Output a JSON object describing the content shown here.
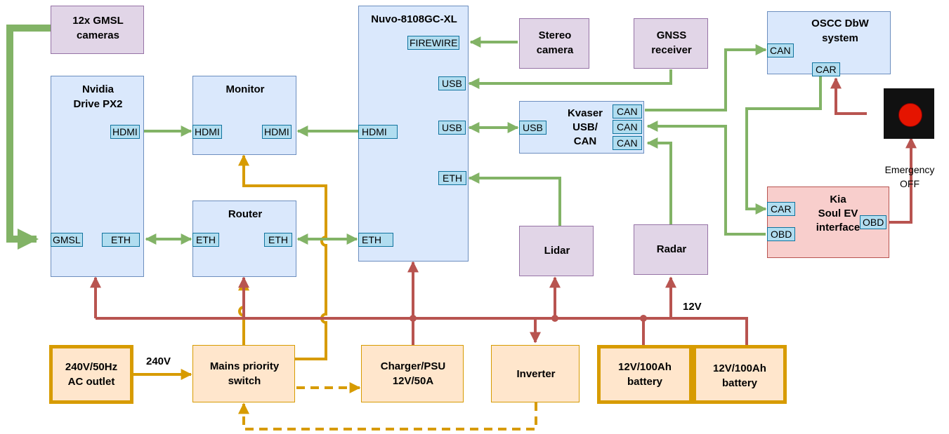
{
  "blocks": {
    "gmsl_cameras": "12x GMSL\ncameras",
    "nvidia": "Nvidia\nDrive PX2",
    "monitor": "Monitor",
    "router": "Router",
    "nuvo": "Nuvo-8108GC-XL",
    "stereo_camera": "Stereo\ncamera",
    "gnss": "GNSS\nreceiver",
    "kvaser": "Kvaser\nUSB/\nCAN",
    "oscc": "OSCC DbW\nsystem",
    "kia": "Kia\nSoul EV\ninterface",
    "lidar": "Lidar",
    "radar": "Radar",
    "ac_outlet": "240V/50Hz\nAC outlet",
    "mains_switch": "Mains priority\nswitch",
    "charger": "Charger/PSU\n12V/50A",
    "inverter": "Inverter",
    "battery1": "12V/100Ah\nbattery",
    "battery2": "12V/100Ah\nbattery"
  },
  "ports": {
    "nvidia_hdmi": "HDMI",
    "nvidia_gmsl": "GMSL",
    "nvidia_eth": "ETH",
    "monitor_hdmi_in": "HDMI",
    "monitor_hdmi_out": "HDMI",
    "router_eth_left": "ETH",
    "router_eth_right": "ETH",
    "nuvo_firewire": "FIREWIRE",
    "nuvo_usb1": "USB",
    "nuvo_usb2": "USB",
    "nuvo_hdmi": "HDMI",
    "nuvo_eth1": "ETH",
    "nuvo_eth2": "ETH",
    "kvaser_usb": "USB",
    "kvaser_can1": "CAN",
    "kvaser_can2": "CAN",
    "kvaser_can3": "CAN",
    "oscc_can": "CAN",
    "oscc_car": "CAR",
    "kia_car": "CAR",
    "kia_obd_left": "OBD",
    "kia_obd_right": "OBD"
  },
  "annotations": {
    "v240": "240V",
    "v12": "12V",
    "emergency_off": "Emergency\nOFF"
  },
  "colors": {
    "data": "#82b366",
    "power12": "#b85450",
    "mains": "#d79b00"
  }
}
